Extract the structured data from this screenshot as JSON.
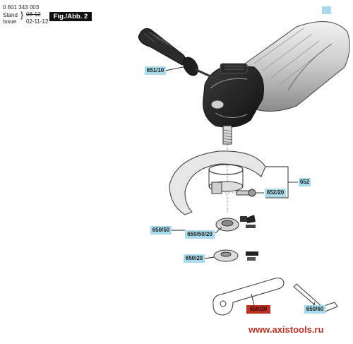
{
  "header": {
    "part_number": "0 601 343 003",
    "stand_label": "Stand",
    "issue_label": "Issue",
    "old_date": "08-12",
    "new_date": "02-11-12",
    "figure": "Fig./Abb. 2"
  },
  "labels": {
    "p651_10": "651/10",
    "p652": "652",
    "p652_20": "652/20",
    "p650_50": "650/50",
    "p650_50_20": "650/50/20",
    "p650_20": "650/20",
    "p650_30": "650/30",
    "p650_60": "650/60"
  },
  "colors": {
    "label_bg": "#a8dced",
    "highlight": "#c0301f"
  },
  "website": "www.axistools.ru"
}
